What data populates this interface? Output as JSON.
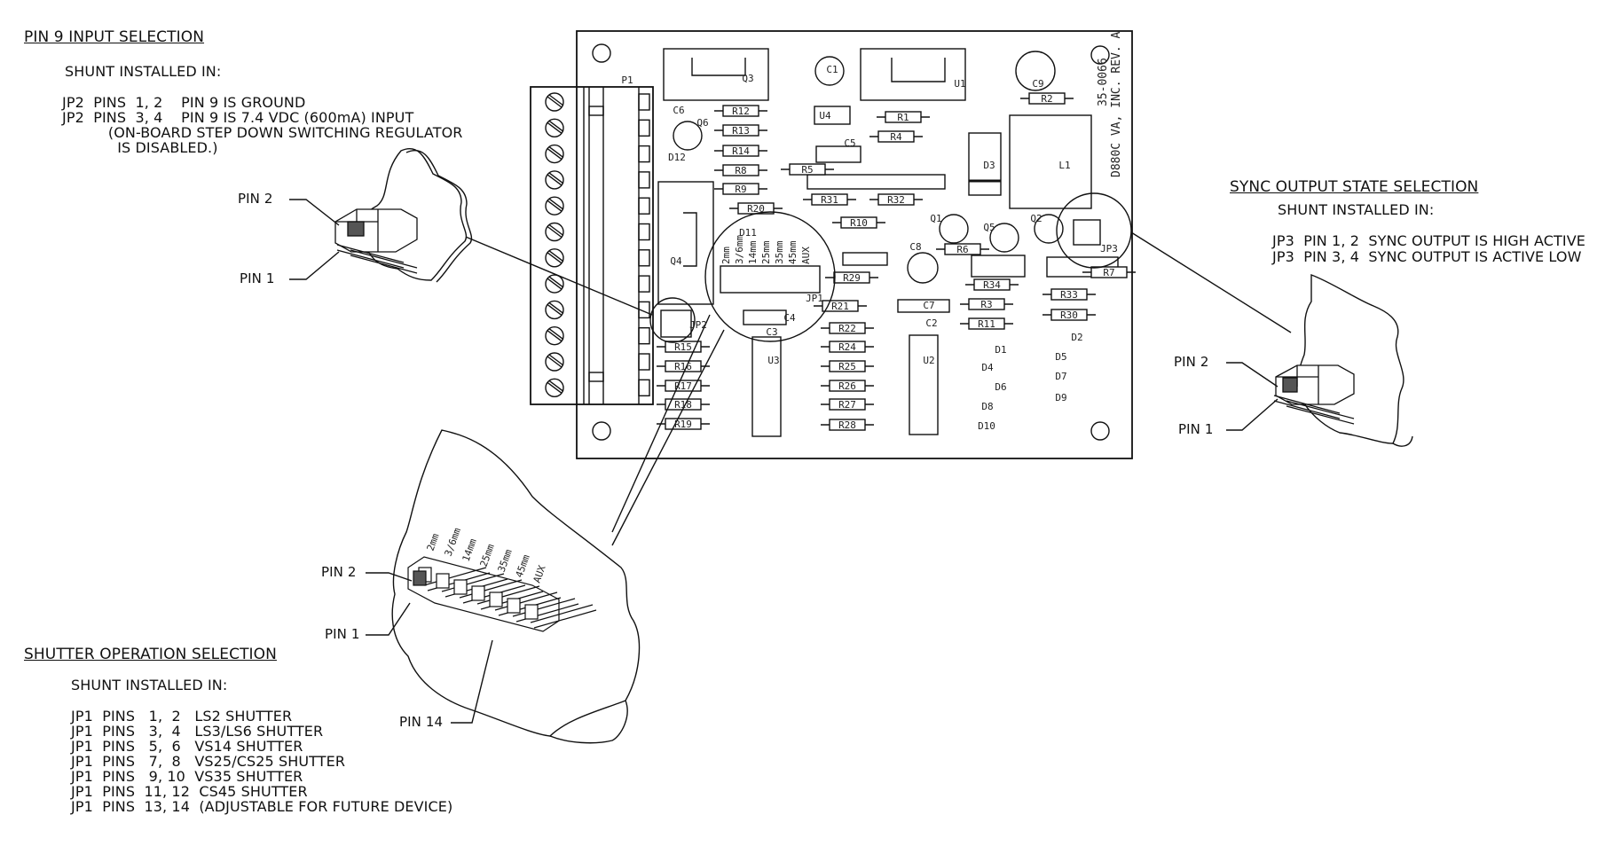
{
  "pin9": {
    "title": "PIN 9 INPUT SELECTION",
    "shunt": "SHUNT INSTALLED IN:",
    "lines": [
      "JP2  PINS  1, 2    PIN 9 IS GROUND",
      "JP2  PINS  3, 4    PIN 9 IS 7.4 VDC (600mA) INPUT",
      "          (ON-BOARD STEP DOWN SWITCHING REGULATOR",
      "            IS DISABLED.)"
    ]
  },
  "sync": {
    "title": "SYNC OUTPUT STATE SELECTION",
    "shunt": "SHUNT INSTALLED IN:",
    "lines": [
      "JP3  PIN 1, 2  SYNC OUTPUT IS HIGH ACTIVE",
      "JP3  PIN 3, 4  SYNC OUTPUT IS ACTIVE LOW"
    ]
  },
  "shutter": {
    "title": "SHUTTER OPERATION SELECTION",
    "shunt": "SHUNT INSTALLED IN:",
    "lines": [
      "JP1  PINS   1,  2   LS2 SHUTTER",
      "JP1  PINS   3,  4   LS3/LS6 SHUTTER",
      "JP1  PINS   5,  6   VS14 SHUTTER",
      "JP1  PINS   7,  8   VS25/CS25 SHUTTER",
      "JP1  PINS   9, 10  VS35 SHUTTER",
      "JP1  PINS  11, 12  CS45 SHUTTER",
      "JP1  PINS  13, 14  (ADJUSTABLE FOR FUTURE DEVICE)"
    ]
  },
  "callouts": {
    "jp2_pin2": "PIN 2",
    "jp2_pin1": "PIN 1",
    "jp3_pin2": "PIN 2",
    "jp3_pin1": "PIN 1",
    "jp1_pin2": "PIN 2",
    "jp1_pin1": "PIN 1",
    "jp1_pin14": "PIN 14"
  },
  "board": {
    "part_number": "D880C  VA, INC. REV. A",
    "doc_number": "35-0066",
    "resistors": [
      "R12",
      "R13",
      "R14",
      "R8",
      "R9",
      "R20",
      "R1",
      "R4",
      "R2",
      "R5",
      "R31",
      "R32",
      "R10",
      "R29",
      "R21",
      "R22",
      "R24",
      "R25",
      "R26",
      "R27",
      "R28",
      "R15",
      "R16",
      "R17",
      "R18",
      "R19",
      "R34",
      "R3",
      "R11",
      "R33",
      "R30",
      "R6",
      "R7"
    ],
    "chips": [
      "U1",
      "U2",
      "U3",
      "U4",
      "Q1",
      "Q2",
      "Q3",
      "Q4",
      "Q5",
      "Q6",
      "L1",
      "P1",
      "JP1",
      "JP2",
      "JP3",
      "C1",
      "C2",
      "C3",
      "C4",
      "C5",
      "C6",
      "C7",
      "C8",
      "C9",
      "D1",
      "D2",
      "D3",
      "D4",
      "D5",
      "D6",
      "D7",
      "D8",
      "D9",
      "D10",
      "D11",
      "D12"
    ],
    "jp1_labels": [
      "2mm",
      "3/6mm",
      "14mm",
      "25mm",
      "35mm",
      "45mm",
      "AUX"
    ]
  }
}
